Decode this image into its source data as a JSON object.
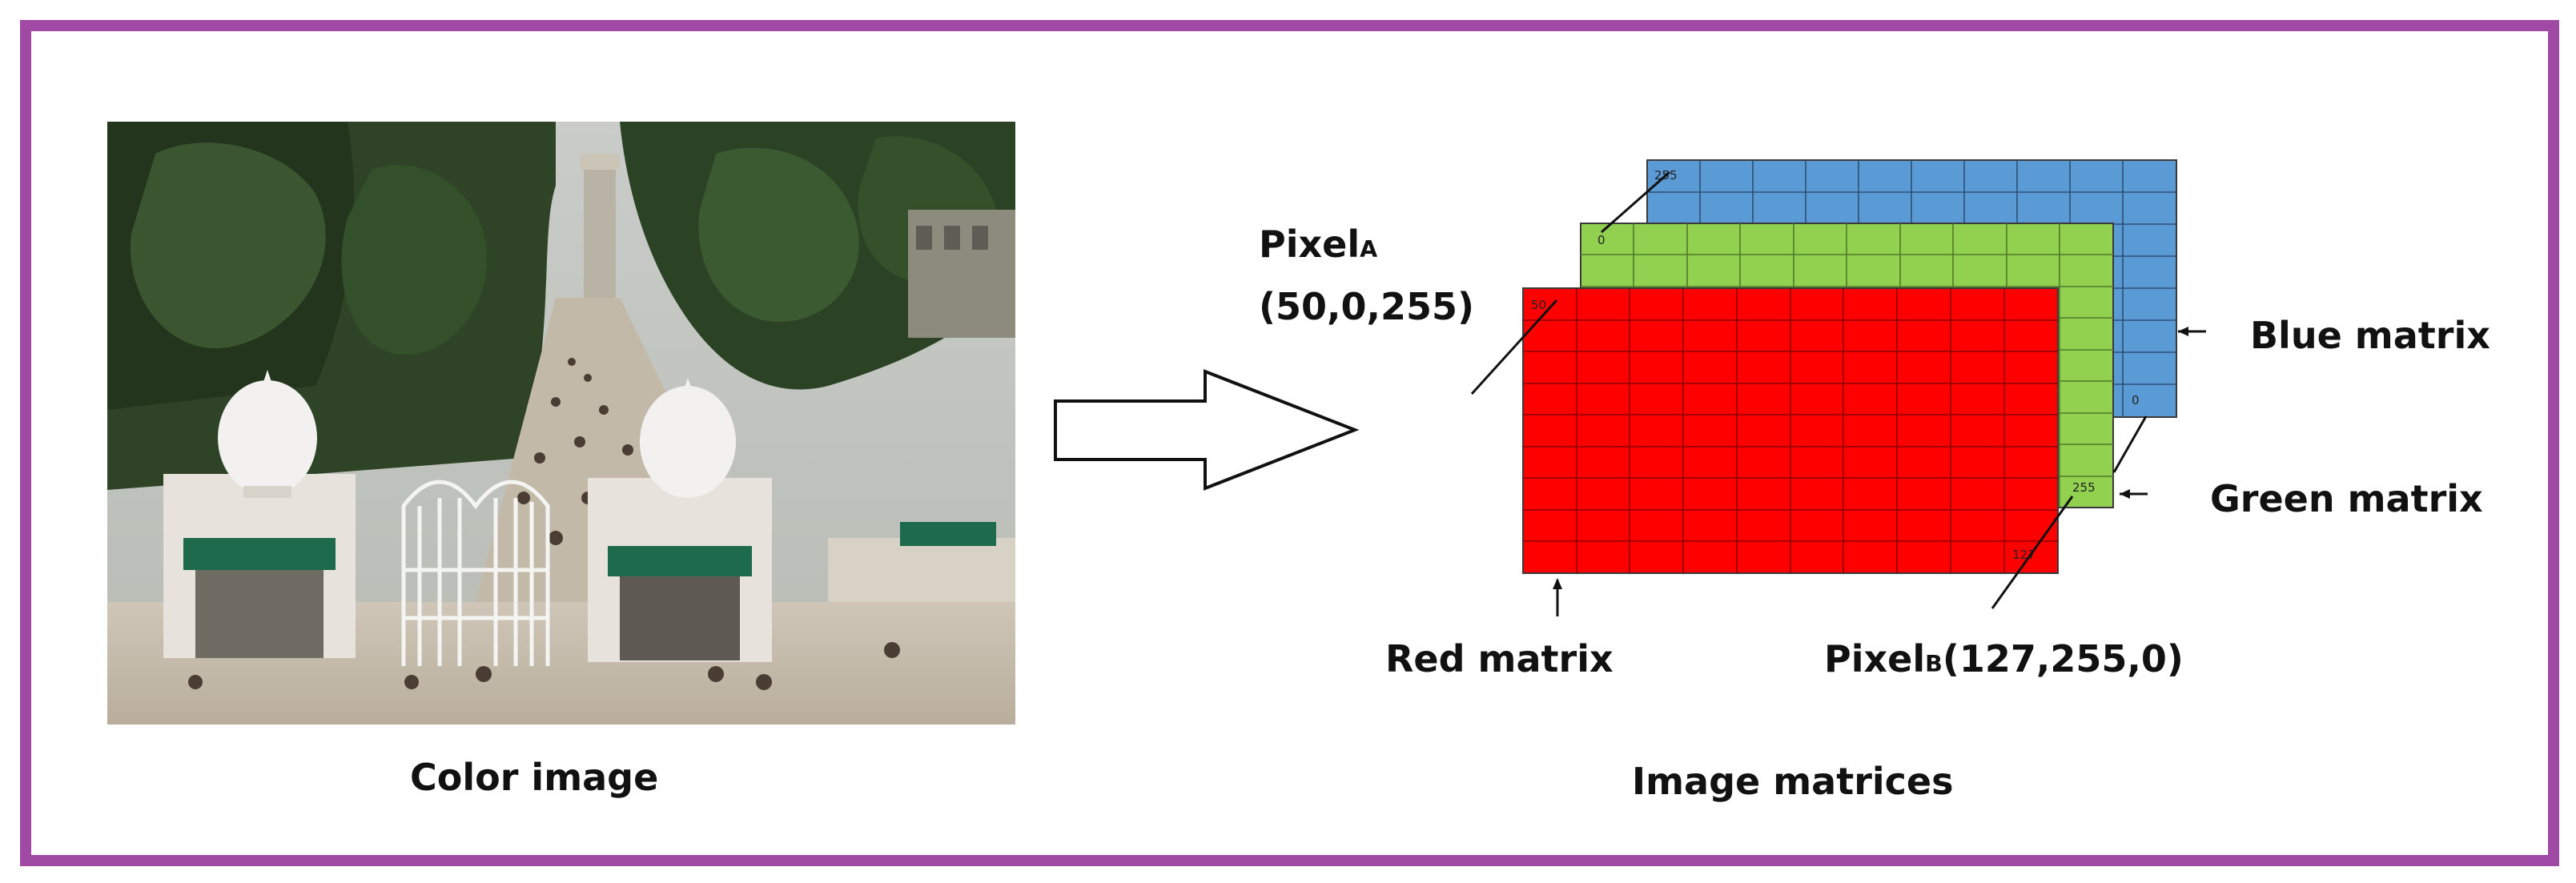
{
  "labels": {
    "color_image": "Color image",
    "image_matrices": "Image matrices",
    "blue_matrix": "Blue matrix",
    "green_matrix": "Green matrix",
    "red_matrix": "Red matrix",
    "pixel_a_main": "Pixel",
    "pixel_a_sub": "A",
    "pixel_a_value": "(50,0,255)",
    "pixel_b_main": "Pixel",
    "pixel_b_sub": "B",
    "pixel_b_value": "(127,255,0)"
  },
  "cell_values": {
    "blue_top_left": "255",
    "green_top_left": "0",
    "red_top_left": "50",
    "blue_bottom_right": "0",
    "green_bottom_right": "255",
    "red_bottom_right": "127"
  },
  "colors": {
    "frame": "#a04aa6",
    "blue": "#5b9bd5",
    "green": "#92d050",
    "red": "#ff0000",
    "grid": "#3a3a3a"
  }
}
